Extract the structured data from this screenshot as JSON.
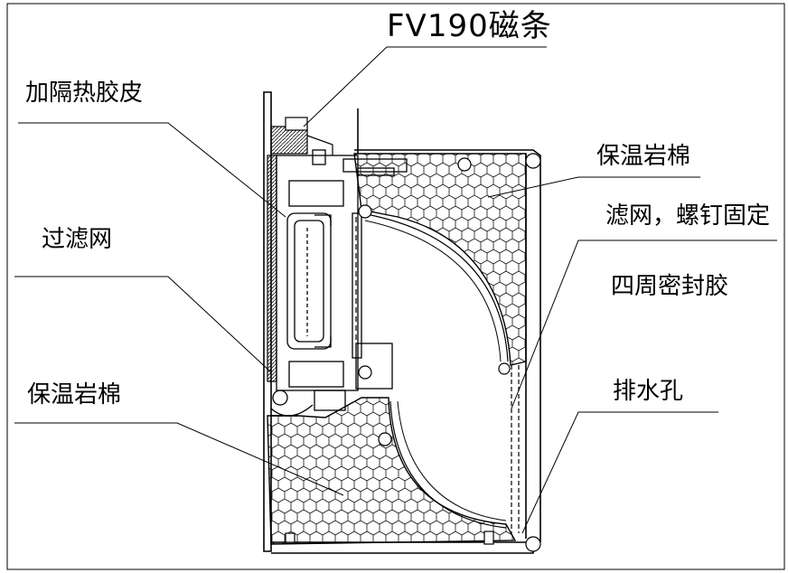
{
  "labels": {
    "title": "FV190磁条",
    "left_top": "加隔热胶皮",
    "left_middle": "过滤网",
    "left_bottom": "保温岩棉",
    "right_top": "保温岩棉",
    "right_filter": "滤网，螺钉固定",
    "right_seal": "四周密封胶",
    "right_drain": "排水孔"
  },
  "colors": {
    "line": "#000000",
    "background": "#ffffff",
    "hatch": "#222222"
  }
}
